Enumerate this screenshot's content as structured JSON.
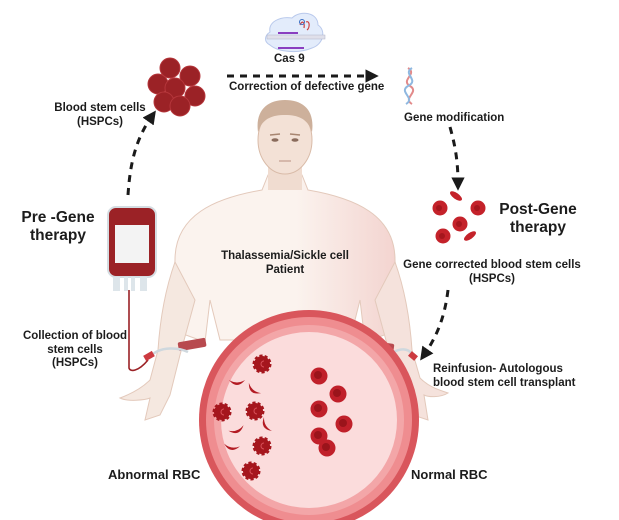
{
  "figure": {
    "title": "Gene therapy workflow for Thalassemia/Sickle cell disease",
    "colors": {
      "blood_red": "#9b2226",
      "cell_red": "#c0202a",
      "vessel_outer": "#d9565c",
      "vessel_inner": "#fbdcdc",
      "skin": "#f3e1d6",
      "arrow": "#1a1a1a"
    }
  },
  "labels": {
    "cas9": "Cas 9",
    "correction": "Correction of defective gene",
    "gene_modification": "Gene modification",
    "blood_stem_cells_line1": "Blood stem cells",
    "blood_stem_cells_line2": "(HSPCs)",
    "pre_gene_line1": "Pre -Gene",
    "pre_gene_line2": "therapy",
    "post_gene_line1": "Post-Gene",
    "post_gene_line2": "therapy",
    "patient_line1": "Thalassemia/Sickle cell",
    "patient_line2": "Patient",
    "gene_corrected_line1": "Gene corrected blood stem cells",
    "gene_corrected_line2": "(HSPCs)",
    "collection_line1": "Collection of blood",
    "collection_line2": "stem cells",
    "collection_line3": "(HSPCs)",
    "reinfusion_line1": "Reinfusion- Autologous",
    "reinfusion_line2": "blood stem cell transplant",
    "abnormal_rbc": "Abnormal RBC",
    "normal_rbc": "Normal RBC"
  }
}
